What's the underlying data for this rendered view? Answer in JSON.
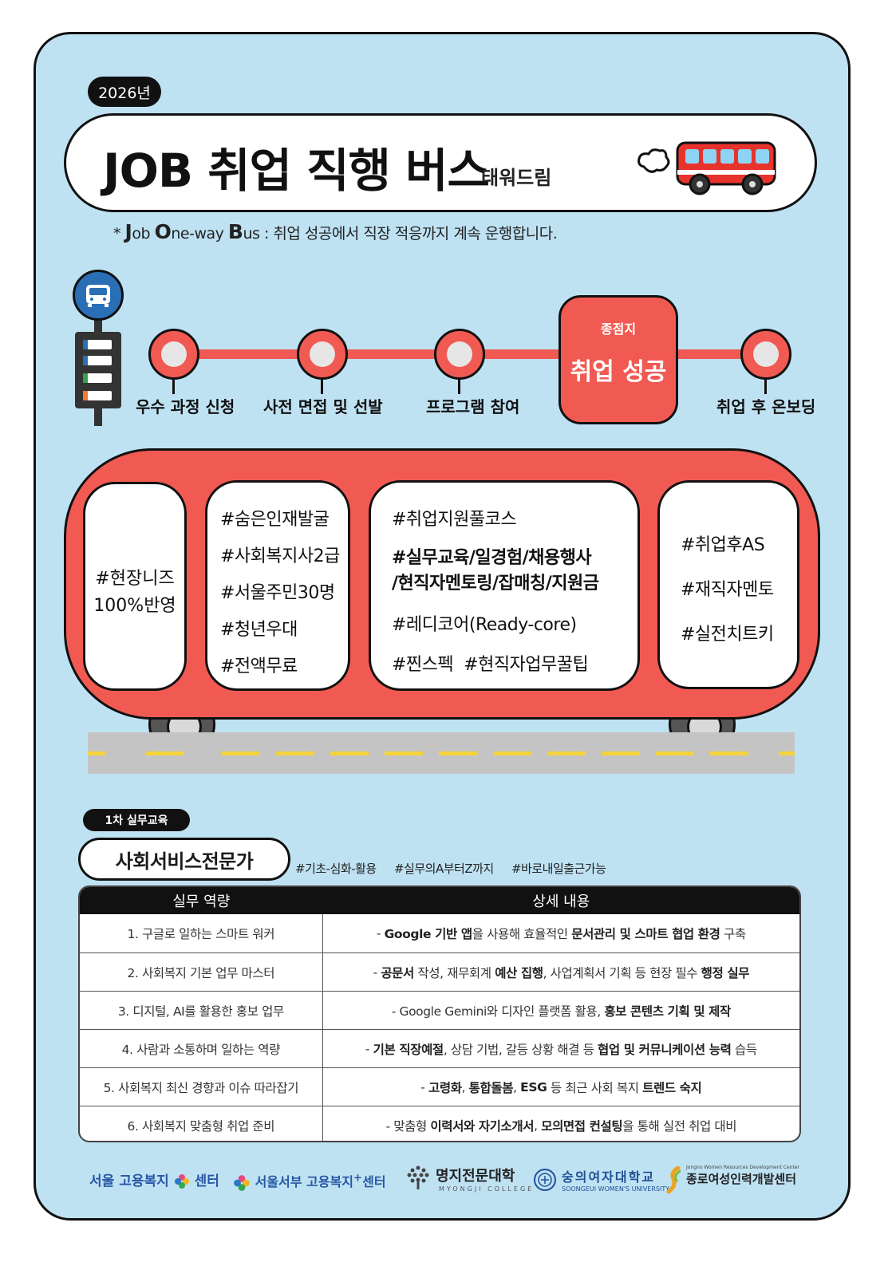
{
  "year": "2026년",
  "title": {
    "main": "JOB 취업 직행 버스",
    "sub": "태워드림"
  },
  "job_line": {
    "star": "* ",
    "j": "J",
    "j_rest": "ob ",
    "o": "O",
    "o_rest": "ne-way ",
    "b": "B",
    "b_rest": "us : 취업 성공에서 직장 적응까지 계속 운행합니다."
  },
  "route": {
    "stops": [
      "우수 과정 신청",
      "사전 면접 및 선발",
      "프로그램 참여",
      "취업 후 온보딩"
    ],
    "terminal_small": "종점지",
    "terminal_big": "취업 성공"
  },
  "bus_panels": {
    "p1": [
      "#현장니즈",
      "100%반영"
    ],
    "p2": [
      "#숨은인재발굴",
      "#사회복지사2급",
      "#서울주민30명",
      "#청년우대",
      "#전액무료"
    ],
    "p3": {
      "line1": "#취업지원풀코스",
      "bold1": "#실무교육/일경험/채용행사",
      "bold2": "/현직자멘토링/잡매칭/지원금",
      "line4": "#레디코어(Ready-core)",
      "line5": "#찐스펙  #현직자업무꿀팁"
    },
    "p4": [
      "#취업후AS",
      "#재직자멘토",
      "#실전치트키"
    ]
  },
  "section": {
    "badge": "1차 실무교육",
    "title": "사회서비스전문가",
    "tags": [
      "#기초-심화-활용",
      "#실무의A부터Z까지",
      "#바로내일출근가능"
    ]
  },
  "table": {
    "headers": [
      "실무 역량",
      "상세 내용"
    ],
    "rows": [
      {
        "skill": "1. 구글로 일하는 스마트 워커",
        "detail": [
          {
            "t": "- ",
            "b": false
          },
          {
            "t": "Google 기반 앱",
            "b": true
          },
          {
            "t": "을 사용해 효율적인 ",
            "b": false
          },
          {
            "t": "문서관리 및 스마트 협업 환경",
            "b": true
          },
          {
            "t": " 구축",
            "b": false
          }
        ]
      },
      {
        "skill": "2. 사회복지 기본 업무 마스터",
        "detail": [
          {
            "t": "- ",
            "b": false
          },
          {
            "t": "공문서",
            "b": true
          },
          {
            "t": " 작성, 재무회계 ",
            "b": false
          },
          {
            "t": "예산 집행",
            "b": true
          },
          {
            "t": ", 사업계획서 기획 등 현장 필수 ",
            "b": false
          },
          {
            "t": "행정 실무",
            "b": true
          }
        ]
      },
      {
        "skill": "3. 디지털, AI를 활용한 홍보 업무",
        "detail": [
          {
            "t": "- Google Gemini와 디자인 플랫폼 활용, ",
            "b": false
          },
          {
            "t": "홍보 콘텐츠 기획 및 제작",
            "b": true
          }
        ]
      },
      {
        "skill": "4. 사람과 소통하며 일하는 역량",
        "detail": [
          {
            "t": "- ",
            "b": false
          },
          {
            "t": "기본 직장예절",
            "b": true
          },
          {
            "t": ", 상담 기법, 갈등 상황 해결 등 ",
            "b": false
          },
          {
            "t": "협업 및 커뮤니케이션 능력",
            "b": true
          },
          {
            "t": " 습득",
            "b": false
          }
        ]
      },
      {
        "skill": "5. 사회복지 최신 경향과 이슈 따라잡기",
        "detail": [
          {
            "t": "- ",
            "b": false
          },
          {
            "t": "고령화",
            "b": true
          },
          {
            "t": ", ",
            "b": false
          },
          {
            "t": "통합돌봄",
            "b": true
          },
          {
            "t": ", ",
            "b": false
          },
          {
            "t": "ESG",
            "b": true
          },
          {
            "t": " 등 최근 사회 복지 ",
            "b": false
          },
          {
            "t": "트렌드 숙지",
            "b": true
          }
        ]
      },
      {
        "skill": "6. 사회복지 맞춤형 취업 준비",
        "detail": [
          {
            "t": "- 맞춤형 ",
            "b": false
          },
          {
            "t": "이력서와 자기소개서",
            "b": true
          },
          {
            "t": ", ",
            "b": false
          },
          {
            "t": "모의면접 컨설팅",
            "b": true
          },
          {
            "t": "을 통해 실전 취업 대비",
            "b": false
          }
        ]
      }
    ]
  },
  "logos": {
    "l1_a": "서울 고용복지",
    "l1_b": "센터",
    "l2": "서울서부 고용복지",
    "l2_plus": "+",
    "l2_b": "센터",
    "l3_kr": "명지전문대학",
    "l3_en": "MYONGJI COLLEGE",
    "l4_kr": "숭의여자대학교",
    "l4_en": "SOONGEUI WOMEN'S UNIVERSITY",
    "l5_en": "Jongno Women Resources Development Center",
    "l5_kr": "종로여성인력개발센터"
  },
  "colors": {
    "background": "#bfe2f3",
    "bus_red": "#f15a52",
    "dark": "#111111",
    "road": "#c4c4c4",
    "road_dash": "#f5d33a"
  }
}
